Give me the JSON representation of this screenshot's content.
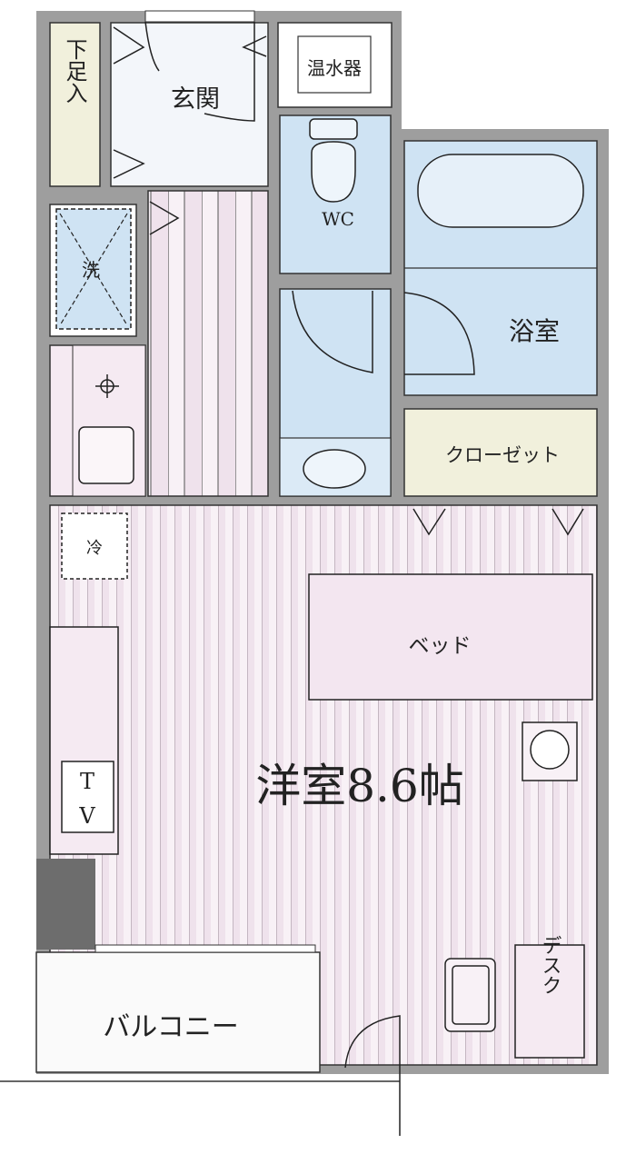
{
  "rooms": {
    "shoe_storage": "下足入",
    "entrance": "玄関",
    "water_heater": "温水器",
    "toilet": "WC",
    "washer": "洗",
    "bathroom": "浴室",
    "closet": "クローゼット",
    "fridge": "冷",
    "bed": "ベッド",
    "main_room": "洋室8.6帖",
    "tv_t": "T",
    "tv_v": "V",
    "balcony": "バルコニー",
    "desk": "デスク"
  },
  "colors": {
    "wall": "#9a9a9a",
    "floor_stripe": "#e9d9e6",
    "wet_area": "#cfe3f3",
    "storage": "#f1f0dc",
    "furniture": "#f3e6f0"
  }
}
